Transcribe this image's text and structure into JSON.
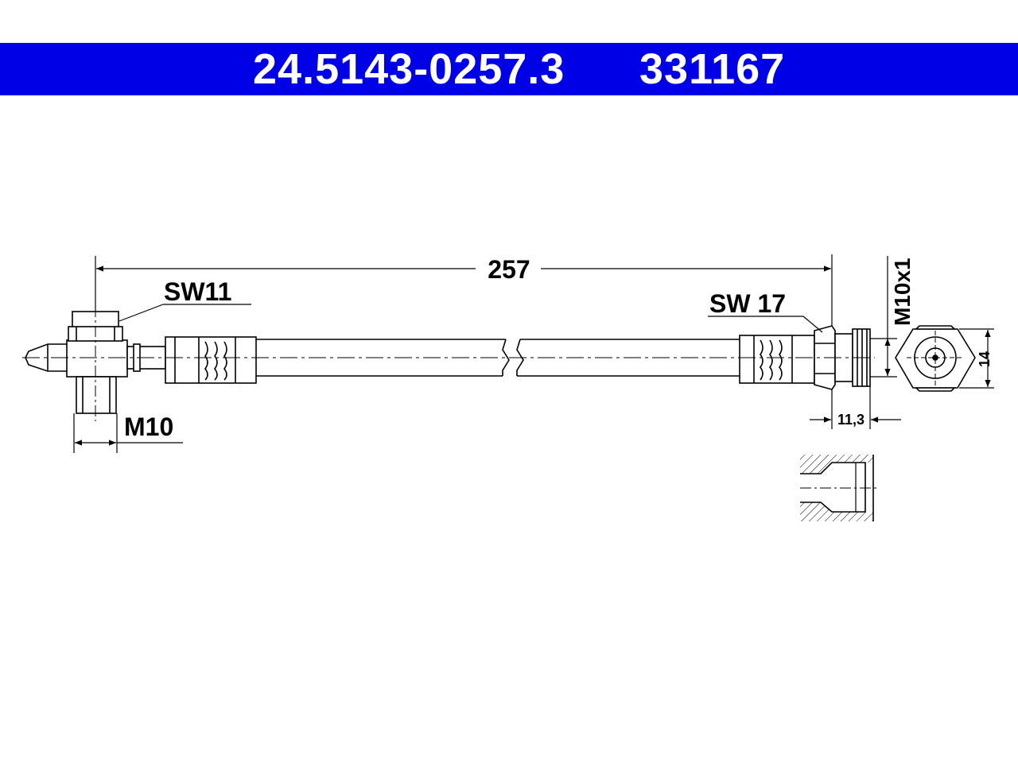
{
  "header": {
    "part_number": "24.5143-0257.3",
    "ref_number": "331167",
    "background": "#0000e6",
    "text_color": "#ffffff"
  },
  "dimensions": {
    "overall_length": "257",
    "left_wrench_size": "SW11",
    "left_thread": "M10",
    "right_wrench_size": "SW 17",
    "right_thread": "M10x1",
    "right_hex_width": "14",
    "right_thread_length": "11,3"
  }
}
